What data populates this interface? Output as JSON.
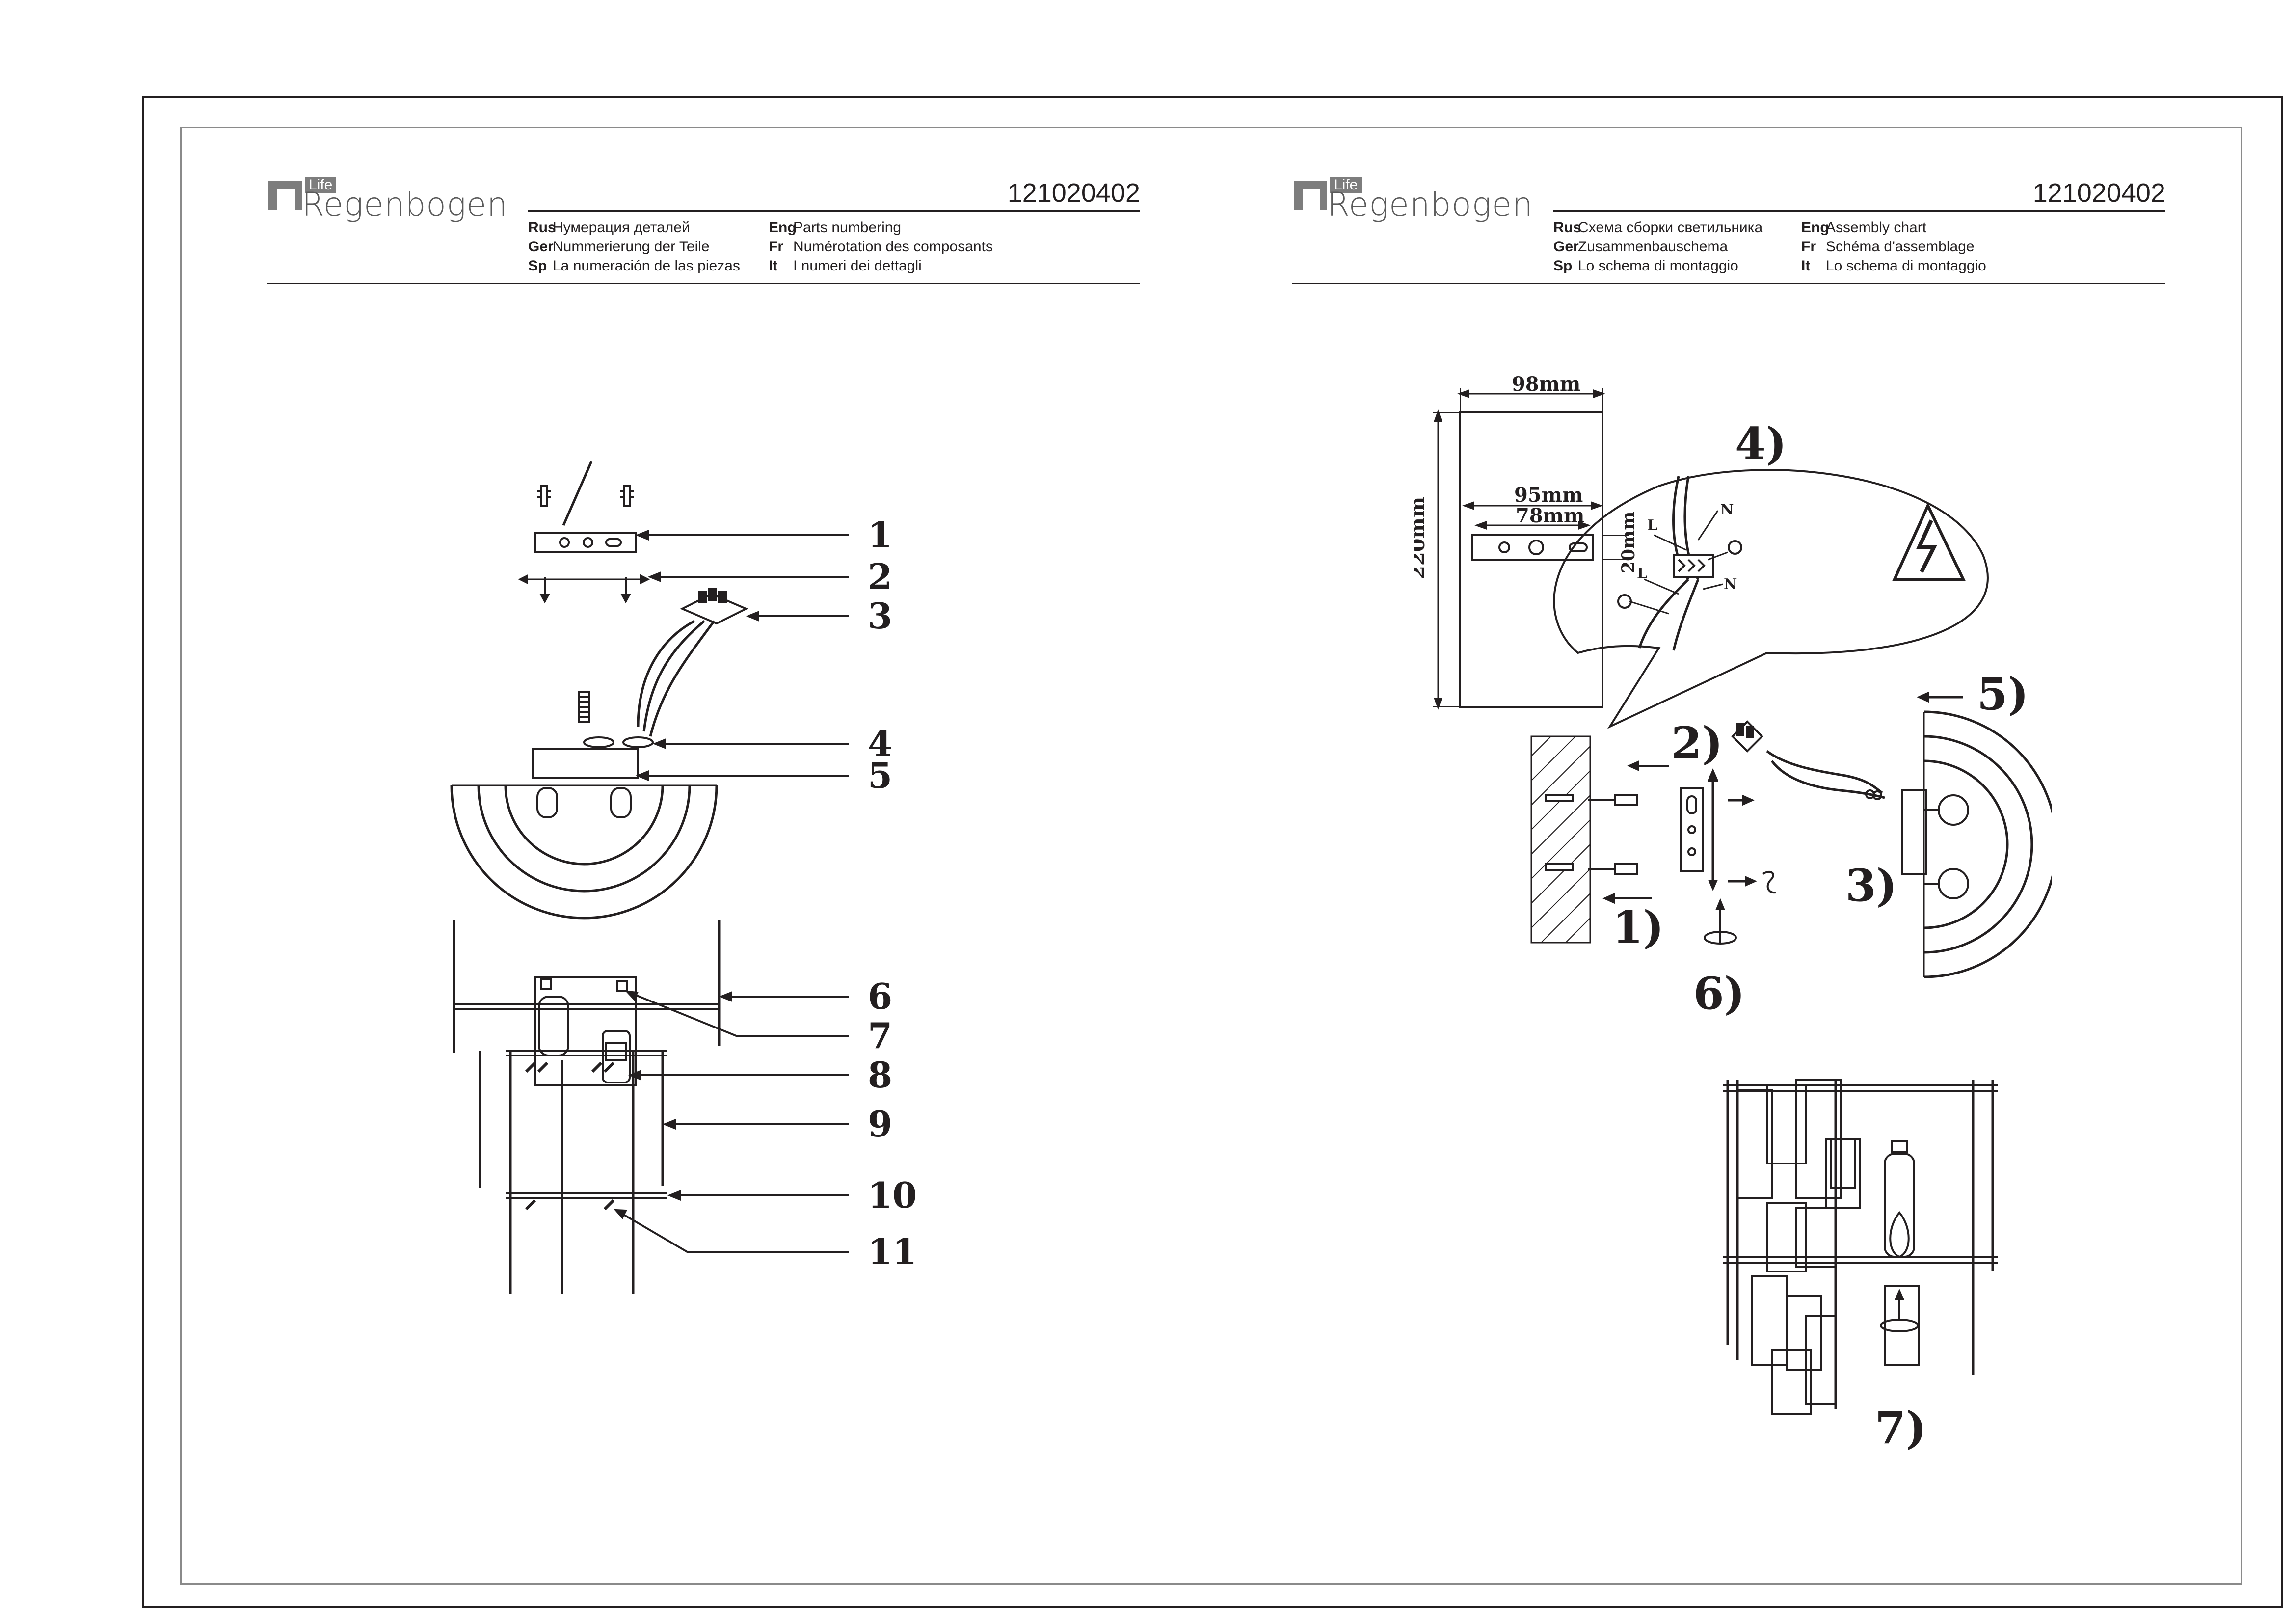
{
  "product_code": "121020402",
  "logo": {
    "life": "Life",
    "name": "Regenbogen"
  },
  "left_page": {
    "headers": [
      {
        "code": "Rus",
        "text": "Нумерация деталей"
      },
      {
        "code": "Eng",
        "text": "Parts numbering"
      },
      {
        "code": "Ger",
        "text": "Nummerierung der Teile"
      },
      {
        "code": "Fr",
        "text": "Numérotation des composants"
      },
      {
        "code": "Sp",
        "text": "La numeración de las piezas"
      },
      {
        "code": "It",
        "text": "I numeri dei dettagli"
      }
    ],
    "part_numbers": [
      "1",
      "2",
      "3",
      "4",
      "5",
      "6",
      "7",
      "8",
      "9",
      "10",
      "11"
    ]
  },
  "right_page": {
    "headers": [
      {
        "code": "Rus",
        "text": "Схема сборки светильника"
      },
      {
        "code": "Eng",
        "text": "Assembly chart"
      },
      {
        "code": "Ger",
        "text": "Zusammenbauschema"
      },
      {
        "code": "Fr",
        "text": "Schéma d'assemblage"
      },
      {
        "code": "Sp",
        "text": "Lo schema di montaggio"
      },
      {
        "code": "It",
        "text": "Lo schema di montaggio"
      }
    ],
    "dimensions": {
      "width_total": "98mm",
      "width_bracket": "95mm",
      "hole_spacing": "78mm",
      "height_total": "220mm",
      "bracket_height": "20mm"
    },
    "wire_labels": {
      "live": "L",
      "neutral": "N"
    },
    "steps": [
      "1)",
      "2)",
      "3)",
      "4)",
      "5)",
      "6)",
      "7)"
    ]
  }
}
